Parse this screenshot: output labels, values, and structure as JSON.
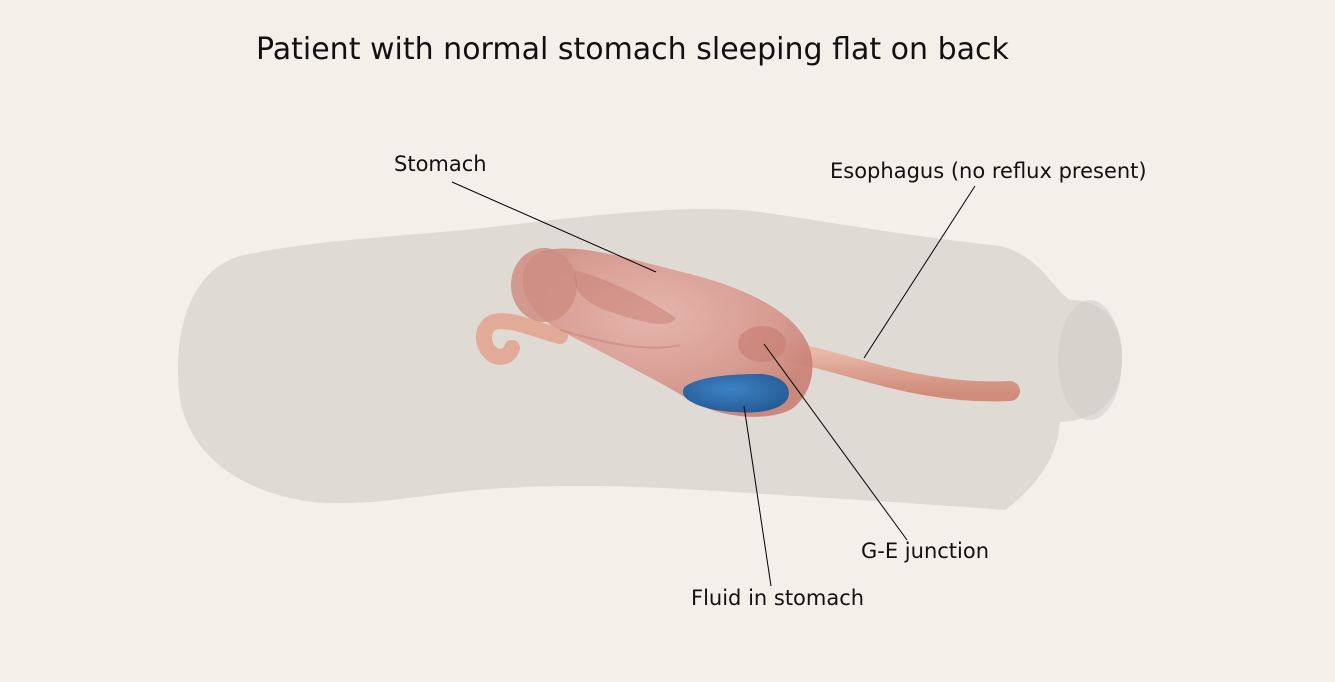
{
  "title": "Patient with normal stomach sleeping flat on back",
  "labels": {
    "stomach": "Stomach",
    "esophagus": "Esophagus (no reflux present)",
    "ge_junction": "G-E junction",
    "fluid": "Fluid in stomach"
  },
  "colors": {
    "background": "#f3f0ea",
    "torso": "#d8d2cc",
    "stomach": "#d99b92",
    "esophagus": "#e3a896",
    "fluid": "#2f6fb0"
  }
}
